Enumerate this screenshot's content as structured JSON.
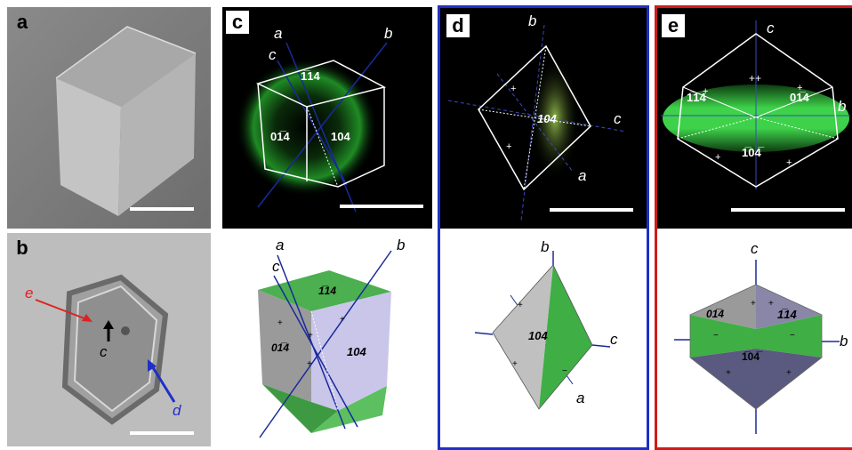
{
  "panels": {
    "a": {
      "label": "a"
    },
    "b": {
      "label": "b",
      "arrow_e": "e",
      "arrow_c": "c",
      "arrow_d": "d"
    },
    "c": {
      "label": "c",
      "axis_a": "a",
      "axis_b": "b",
      "axis_c": "c",
      "face_top": "1̅14",
      "face_left": "01̅4",
      "face_right": "104"
    },
    "d": {
      "label": "d",
      "axis_a": "a",
      "axis_b": "b",
      "axis_c": "c",
      "face": "104"
    },
    "e": {
      "label": "e",
      "axis_b": "b",
      "axis_c": "c",
      "face_left": "1̅14",
      "face_right": "01̅4",
      "face_front": "1̅04̅"
    }
  },
  "colors": {
    "blue_frame": "#1f2fc8",
    "red_frame": "#d01a1a",
    "green": "#2eaa3a",
    "axis_blue": "#1a2a9a"
  }
}
